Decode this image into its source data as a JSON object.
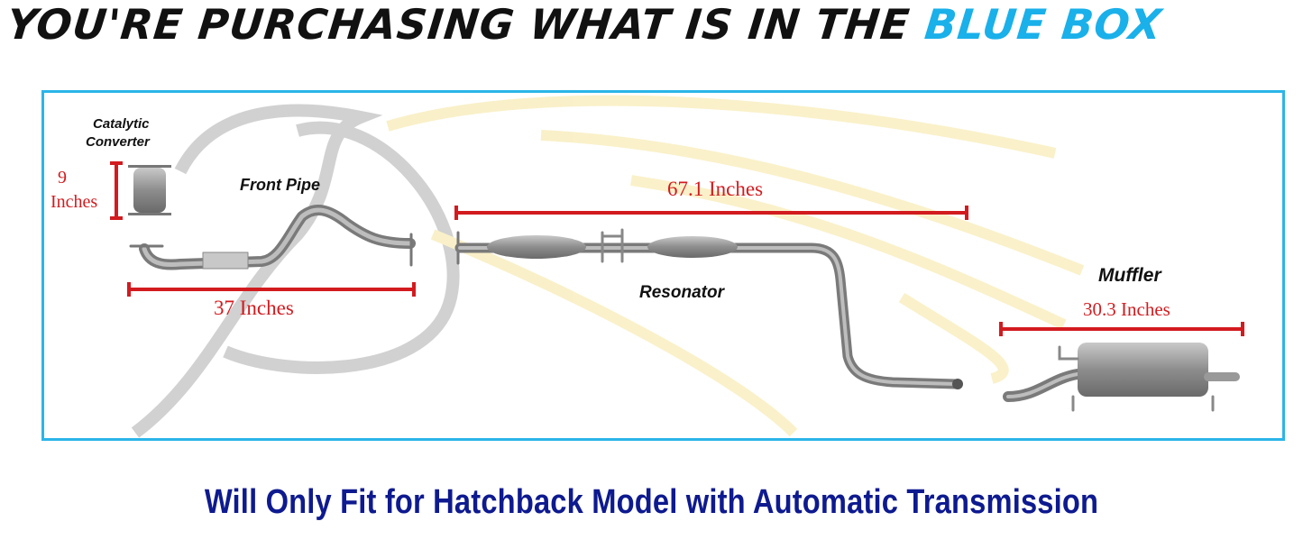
{
  "header": {
    "title_main": "YOU'RE PURCHASING WHAT IS IN THE ",
    "title_highlight": "BLUE BOX"
  },
  "parts": {
    "catalytic_converter": {
      "line1": "Catalytic",
      "line2": "Converter"
    },
    "front_pipe": "Front Pipe",
    "resonator": "Resonator",
    "muffler": "Muffler"
  },
  "dimensions": {
    "cat_value": "9",
    "cat_unit": "Inches",
    "front_pipe": "37 Inches",
    "resonator": "67.1 Inches",
    "muffler": "30.3 Inches"
  },
  "footer": {
    "note": "Will Only Fit for Hatchback Model with Automatic Transmission"
  },
  "colors": {
    "highlight": "#1ab0ea",
    "dimension": "#d21b1f",
    "footer": "#0e1a8f",
    "box": "#2bb5e8"
  }
}
